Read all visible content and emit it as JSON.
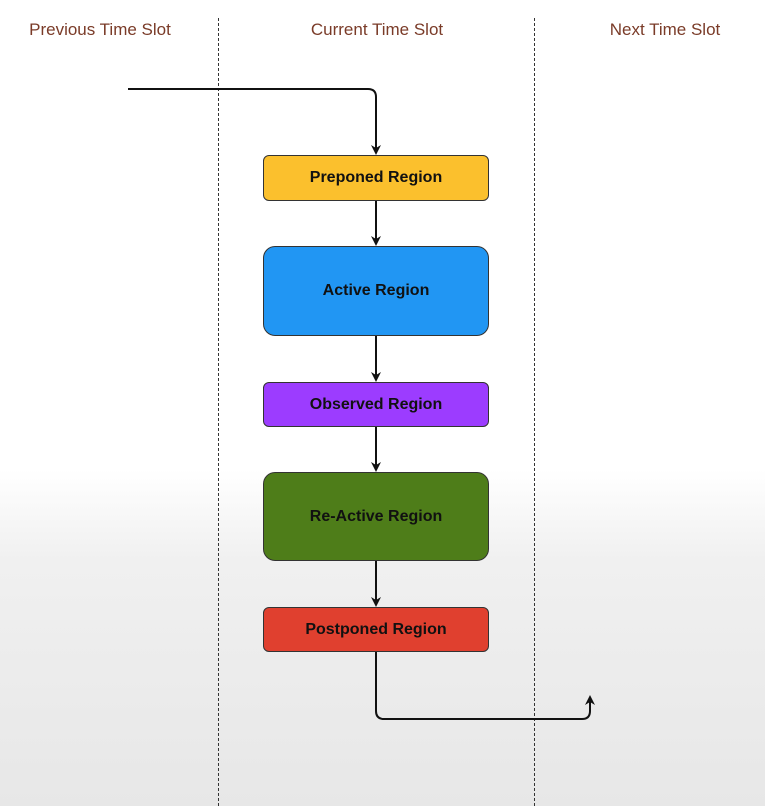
{
  "columns": {
    "previous": "Previous Time Slot",
    "current": "Current Time Slot",
    "next": "Next Time Slot"
  },
  "regions": [
    {
      "label": "Preponed Region",
      "color": "#fbc02d"
    },
    {
      "label": "Active Region",
      "color": "#2196f3"
    },
    {
      "label": "Observed Region",
      "color": "#9c3cff"
    },
    {
      "label": "Re-Active Region",
      "color": "#4e7d19"
    },
    {
      "label": "Postponed Region",
      "color": "#e0402f"
    }
  ],
  "colors": {
    "column_title": "#7a3b28",
    "arrow": "#111111",
    "divider": "#333333"
  }
}
